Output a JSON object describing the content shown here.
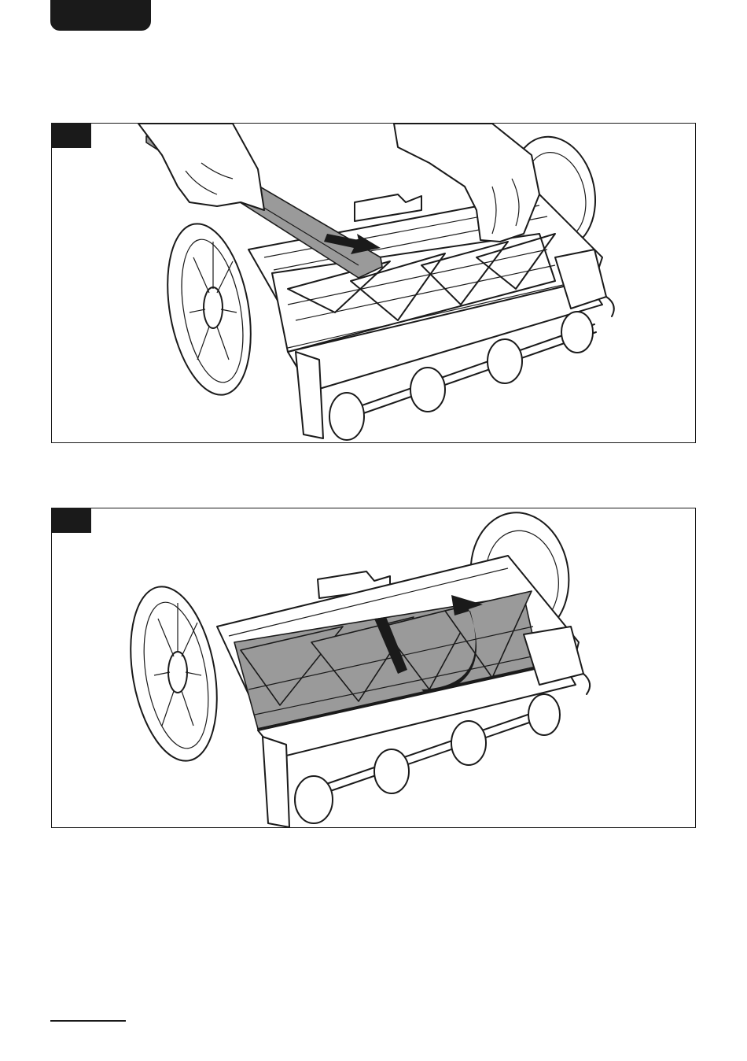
{
  "page": {
    "accent_color": "#1a1a1a",
    "figures": [
      {
        "id": "figure-1",
        "illustration": "reel-mower-sharpening-with-file",
        "tag_text": ""
      },
      {
        "id": "figure-2",
        "illustration": "reel-mower-rotating-cylinder",
        "tag_text": ""
      }
    ]
  }
}
